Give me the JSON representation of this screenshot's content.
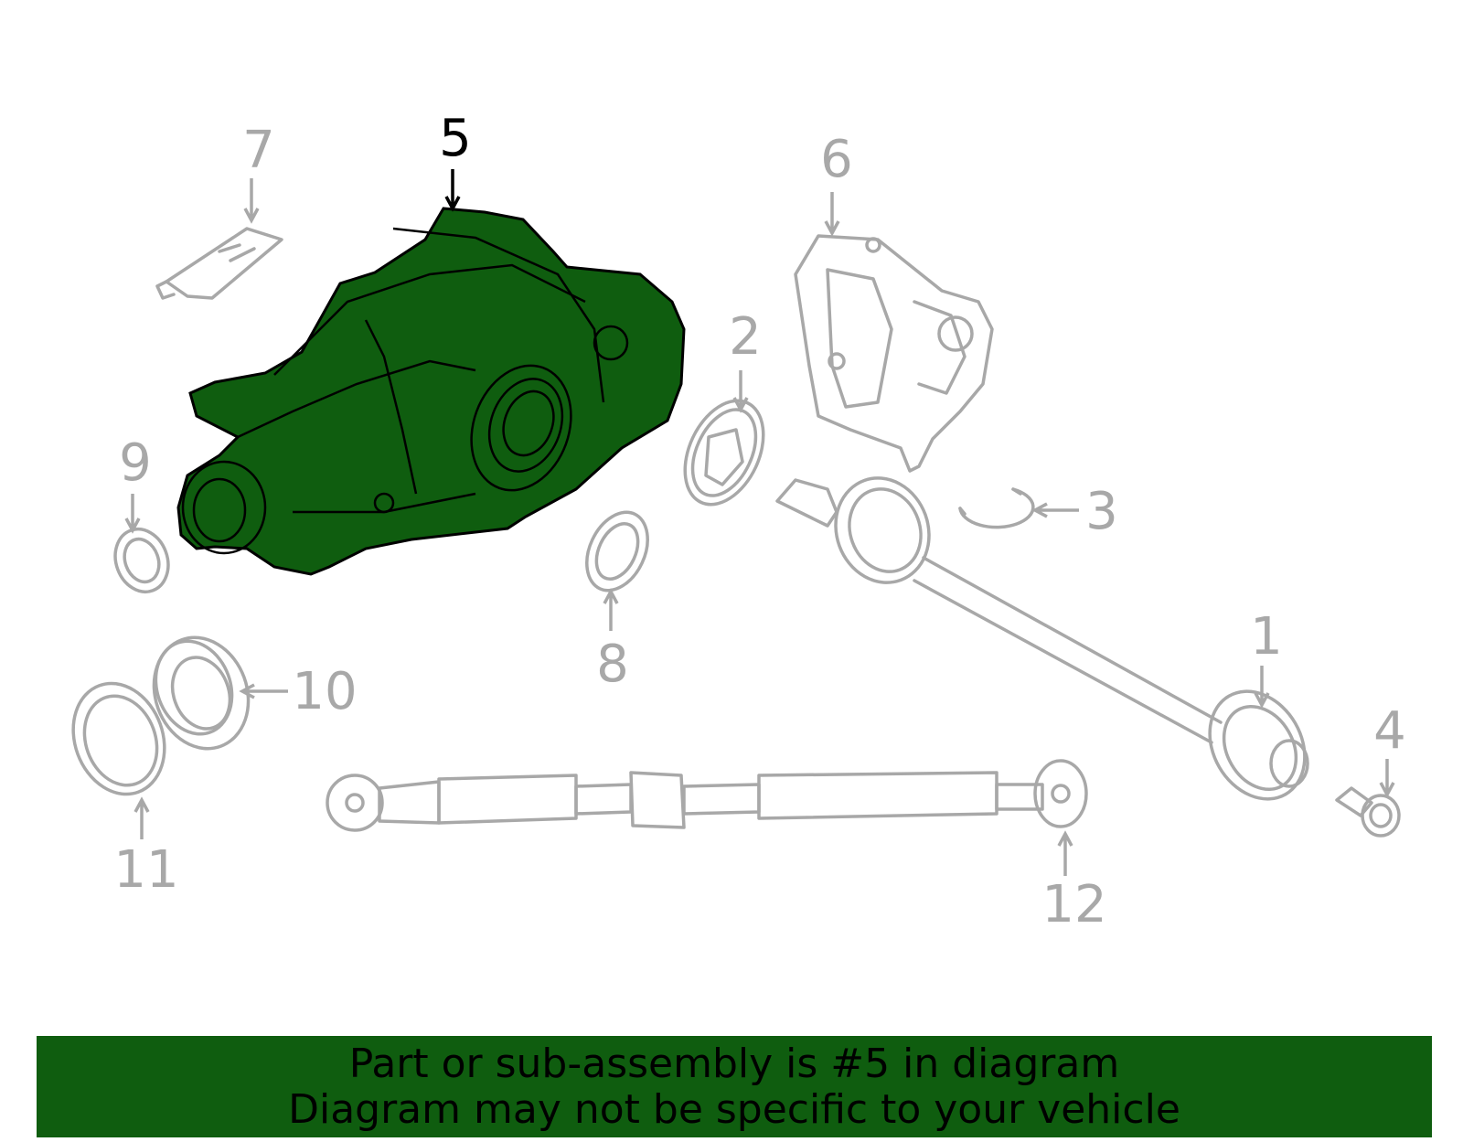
{
  "colors": {
    "highlight": "#0f5d0f",
    "line_gray": "#a8a8a8",
    "banner_bg": "#0f5d0f"
  },
  "callouts": {
    "c1": "1",
    "c2": "2",
    "c3": "3",
    "c4": "4",
    "c5": "5",
    "c6": "6",
    "c7": "7",
    "c8": "8",
    "c9": "9",
    "c10": "10",
    "c11": "11",
    "c12": "12"
  },
  "highlighted_part": "5",
  "banner": {
    "line1": "Part or sub-assembly is #5 in diagram",
    "line2": "Diagram may not be specific to your vehicle"
  }
}
